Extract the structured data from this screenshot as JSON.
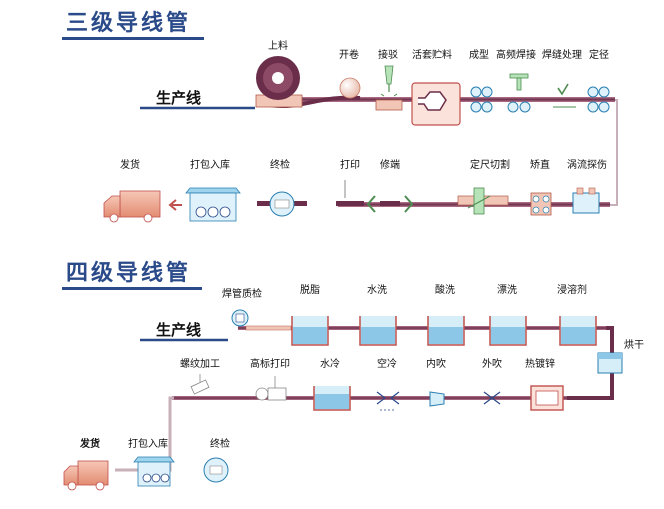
{
  "section1": {
    "title": "三级导线管",
    "line_label": "生产线",
    "steps": {
      "feed": "上料",
      "uncoil": "开卷",
      "splice": "接驳",
      "looper": "活套贮料",
      "forming": "成型",
      "hf_weld": "高频焊接",
      "seam_treat": "焊缝处理",
      "sizing": "定径",
      "ship": "发货",
      "pack": "打包入库",
      "inspect": "终检",
      "print": "打印",
      "trim": "修端",
      "cut": "定尺切割",
      "straighten": "矫直",
      "eddy": "涡流探伤"
    }
  },
  "section2": {
    "title": "四级导线管",
    "line_label": "生产线",
    "steps": {
      "weld_check": "焊管质检",
      "degrease": "脱脂",
      "wash1": "水洗",
      "pickle": "酸洗",
      "rinse": "漂洗",
      "flux": "浸溶剂",
      "dry": "烘干",
      "thread": "螺纹加工",
      "mark_print": "高标打印",
      "water_cool": "水冷",
      "air_cool": "空冷",
      "inner_blow": "内吹",
      "outer_blow": "外吹",
      "galvanize": "热镀锌",
      "ship": "发货",
      "pack": "打包入库",
      "inspect": "终检"
    }
  },
  "colors": {
    "title_blue": "#2a4a8a",
    "pipe": "#6b2e4a",
    "equip_border": "#c0504d",
    "equip_fill": "#d6eef8",
    "liquid": "#5aa9d6"
  }
}
